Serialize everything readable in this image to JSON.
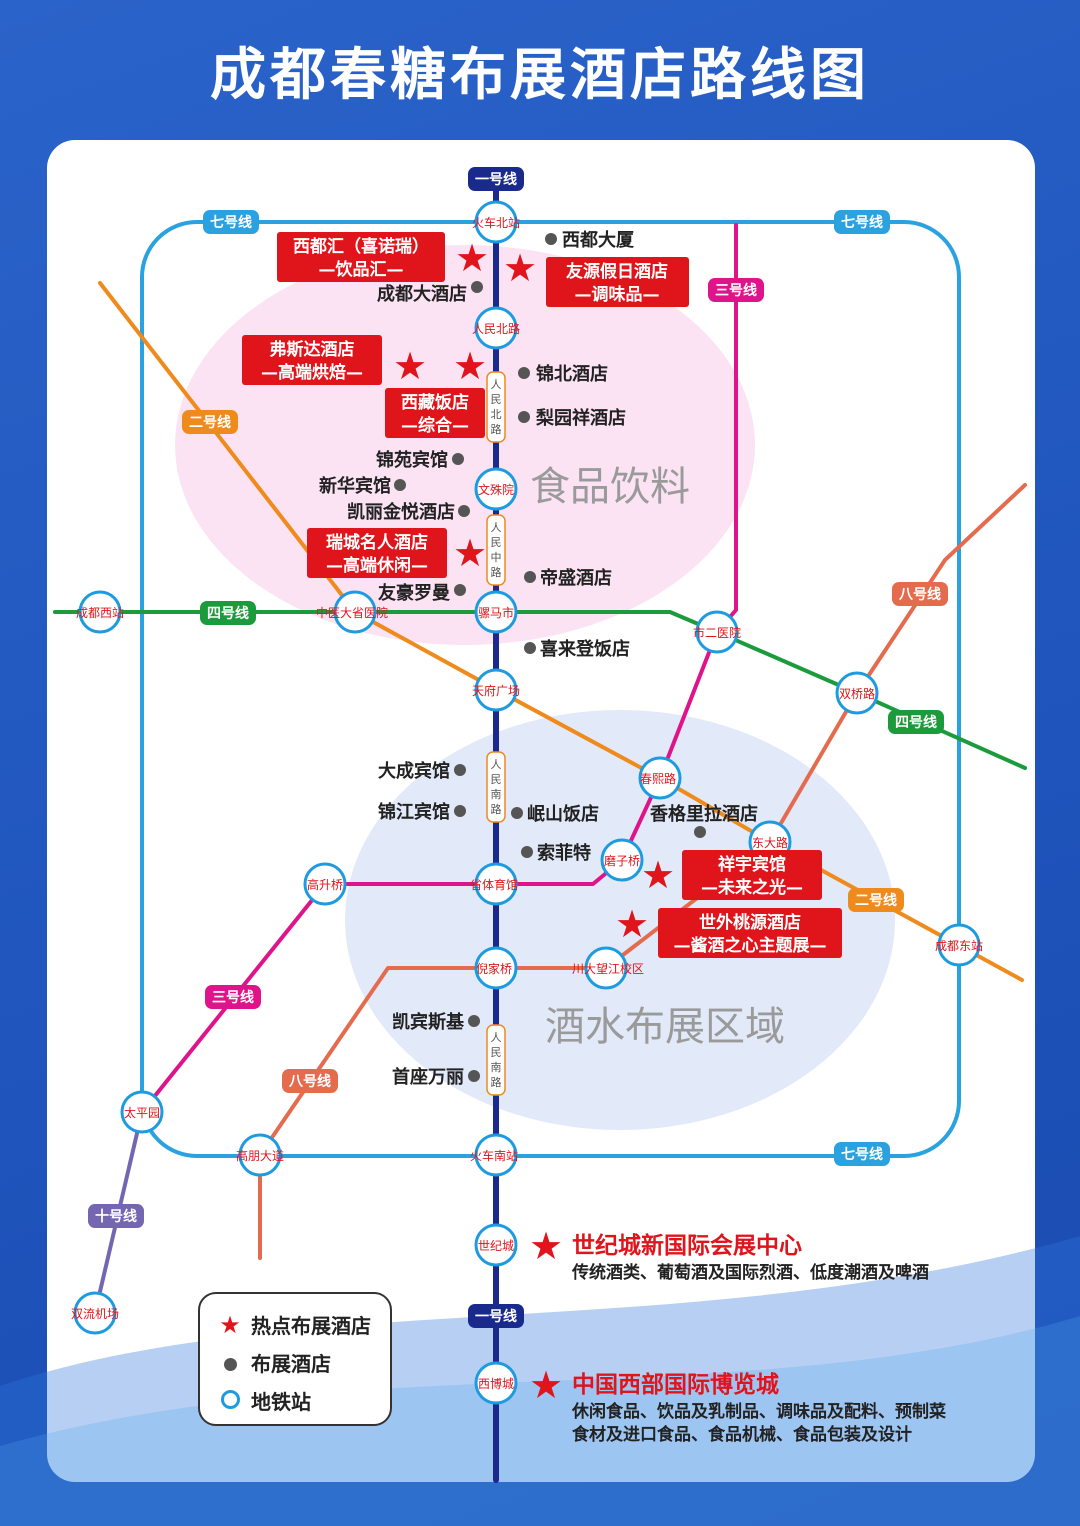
{
  "title": "成都春糖布展酒店路线图",
  "colors": {
    "line1": "#1a2a8c",
    "line2": "#ef8a1c",
    "line3": "#e0148a",
    "line4": "#1c9b3c",
    "line7": "#2aa2e0",
    "line8": "#e56b4e",
    "line10": "#7466b0",
    "hot_red": "#e0141b",
    "food_zone": "#fbe3f4",
    "drink_zone": "#e2e9f8"
  },
  "zones": {
    "food": "食品饮料",
    "drink": "酒水布展区域"
  },
  "line_badges": [
    {
      "id": "l1a",
      "label": "一号线",
      "color": "#1a2a8c"
    },
    {
      "id": "l1b",
      "label": "一号线",
      "color": "#1a2a8c"
    },
    {
      "id": "l7a",
      "label": "七号线",
      "color": "#2aa2e0"
    },
    {
      "id": "l7b",
      "label": "七号线",
      "color": "#2aa2e0"
    },
    {
      "id": "l7c",
      "label": "七号线",
      "color": "#2aa2e0"
    },
    {
      "id": "l3a",
      "label": "三号线",
      "color": "#e0148a"
    },
    {
      "id": "l3b",
      "label": "三号线",
      "color": "#e0148a"
    },
    {
      "id": "l2a",
      "label": "二号线",
      "color": "#ef8a1c"
    },
    {
      "id": "l2b",
      "label": "二号线",
      "color": "#ef8a1c"
    },
    {
      "id": "l4a",
      "label": "四号线",
      "color": "#1c9b3c"
    },
    {
      "id": "l4b",
      "label": "四号线",
      "color": "#1c9b3c"
    },
    {
      "id": "l8a",
      "label": "八号线",
      "color": "#e56b4e"
    },
    {
      "id": "l8b",
      "label": "八号线",
      "color": "#e56b4e"
    },
    {
      "id": "l10",
      "label": "十号线",
      "color": "#7466b0"
    }
  ],
  "stations": [
    {
      "id": "huochebeizhan",
      "name": "火车北站"
    },
    {
      "id": "renminbeilu",
      "name": "人民北路"
    },
    {
      "id": "wenshuyuan",
      "name": "文殊院"
    },
    {
      "id": "luomashi",
      "name": "骡马市"
    },
    {
      "id": "tianfuguangchang",
      "name": "天府广场"
    },
    {
      "id": "shengtiyuguan",
      "name": "省体育馆"
    },
    {
      "id": "nijiaqiao",
      "name": "倪家桥"
    },
    {
      "id": "huochenanzhan",
      "name": "火车南站"
    },
    {
      "id": "shijicheng",
      "name": "世纪城"
    },
    {
      "id": "xibocheng",
      "name": "西博城"
    },
    {
      "id": "chengduxizhan",
      "name": "成都西站"
    },
    {
      "id": "zhongyidashengyiyuan",
      "name": "中医大省医院"
    },
    {
      "id": "shieryiyuan",
      "name": "市二医院"
    },
    {
      "id": "shuangqiaolu",
      "name": "双桥路"
    },
    {
      "id": "chunxilu",
      "name": "春熙路"
    },
    {
      "id": "dongdalu",
      "name": "东大路"
    },
    {
      "id": "moziqiao",
      "name": "磨子桥"
    },
    {
      "id": "chengdudongzhan",
      "name": "成都东站"
    },
    {
      "id": "gaoshengqiao",
      "name": "高升桥"
    },
    {
      "id": "chuandawangjiang",
      "name": "川大望江校区"
    },
    {
      "id": "taipingyuan",
      "name": "太平园"
    },
    {
      "id": "gaopengdadao",
      "name": "高朋大道"
    },
    {
      "id": "shuangliujichang",
      "name": "双流机场"
    }
  ],
  "road_labels": [
    {
      "id": "r1",
      "text": "人民北路"
    },
    {
      "id": "r2",
      "text": "人民中路"
    },
    {
      "id": "r3",
      "text": "人民南路"
    },
    {
      "id": "r4",
      "text": "人民南路"
    }
  ],
  "hot_hotels": [
    {
      "id": "h1",
      "name": "西都汇（喜诺瑞）",
      "theme": "—饮品汇—"
    },
    {
      "id": "h2",
      "name": "友源假日酒店",
      "theme": "—调味品—"
    },
    {
      "id": "h3",
      "name": "弗斯达酒店",
      "theme": "—高端烘焙—"
    },
    {
      "id": "h4",
      "name": "西藏饭店",
      "theme": "—综合—"
    },
    {
      "id": "h5",
      "name": "瑞城名人酒店",
      "theme": "—高端休闲—"
    },
    {
      "id": "h6",
      "name": "祥宇宾馆",
      "theme": "—未来之光—"
    },
    {
      "id": "h7",
      "name": "世外桃源酒店",
      "theme": "—酱酒之心主题展—"
    }
  ],
  "hotels": [
    {
      "id": "p1",
      "name": "西都大厦"
    },
    {
      "id": "p2",
      "name": "成都大酒店"
    },
    {
      "id": "p3",
      "name": "锦北酒店"
    },
    {
      "id": "p4",
      "name": "梨园祥酒店"
    },
    {
      "id": "p5",
      "name": "锦苑宾馆"
    },
    {
      "id": "p6",
      "name": "新华宾馆"
    },
    {
      "id": "p7",
      "name": "凯丽金悦酒店"
    },
    {
      "id": "p8",
      "name": "帝盛酒店"
    },
    {
      "id": "p9",
      "name": "友豪罗曼"
    },
    {
      "id": "p10",
      "name": "喜来登饭店"
    },
    {
      "id": "p11",
      "name": "大成宾馆"
    },
    {
      "id": "p12",
      "name": "锦江宾馆"
    },
    {
      "id": "p13",
      "name": "岷山饭店"
    },
    {
      "id": "p14",
      "name": "香格里拉酒店"
    },
    {
      "id": "p15",
      "name": "索菲特"
    },
    {
      "id": "p16",
      "name": "凯宾斯基"
    },
    {
      "id": "p17",
      "name": "首座万丽"
    }
  ],
  "venues": [
    {
      "id": "v1",
      "name": "世纪城新国际会展中心",
      "desc": "传统酒类、葡萄酒及国际烈酒、低度潮酒及啤酒"
    },
    {
      "id": "v2",
      "name": "中国西部国际博览城",
      "desc": "休闲食品、饮品及乳制品、调味品及配料、预制菜",
      "desc2": "食材及进口食品、食品机械、食品包装及设计"
    }
  ],
  "legend": {
    "hot": "热点布展酒店",
    "hotel": "布展酒店",
    "station": "地铁站"
  }
}
